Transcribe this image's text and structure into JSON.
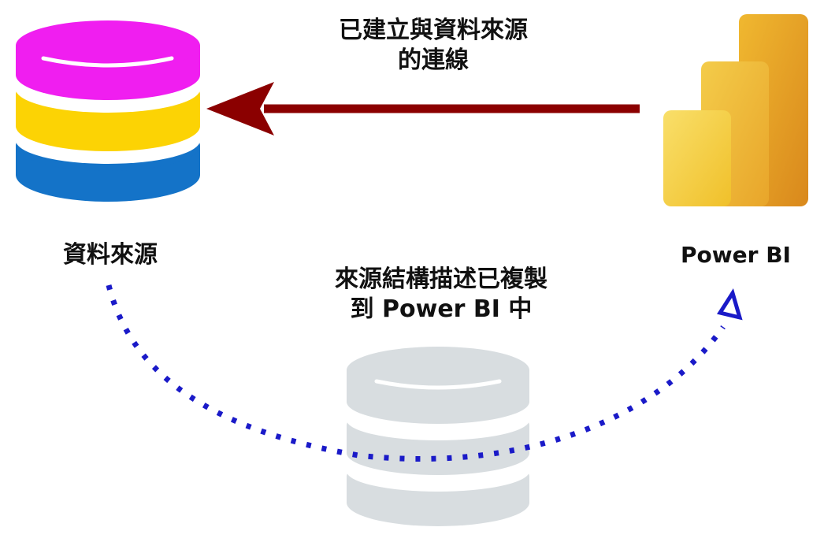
{
  "labels": {
    "connection_line1": "已建立與資料來源",
    "connection_line2": "的連線",
    "data_source": "資料來源",
    "power_bi": "Power BI",
    "schema_line1": "來源結構描述已複製",
    "schema_line2": "到 Power BI 中"
  },
  "icons": {
    "data_source": "database-icon",
    "power_bi": "power-bi-logo-icon",
    "schema_copy": "database-icon"
  },
  "colors": {
    "db_magenta": "#f01ef0",
    "db_yellow": "#fcd304",
    "db_blue": "#1473c8",
    "arrow_red": "#8b0000",
    "dotted_blue": "#1a1ac8",
    "ghost_db": "#d8dde0",
    "pbi_light": "#f5d65a",
    "pbi_mid": "#eab52e",
    "pbi_dark": "#e0911a"
  }
}
